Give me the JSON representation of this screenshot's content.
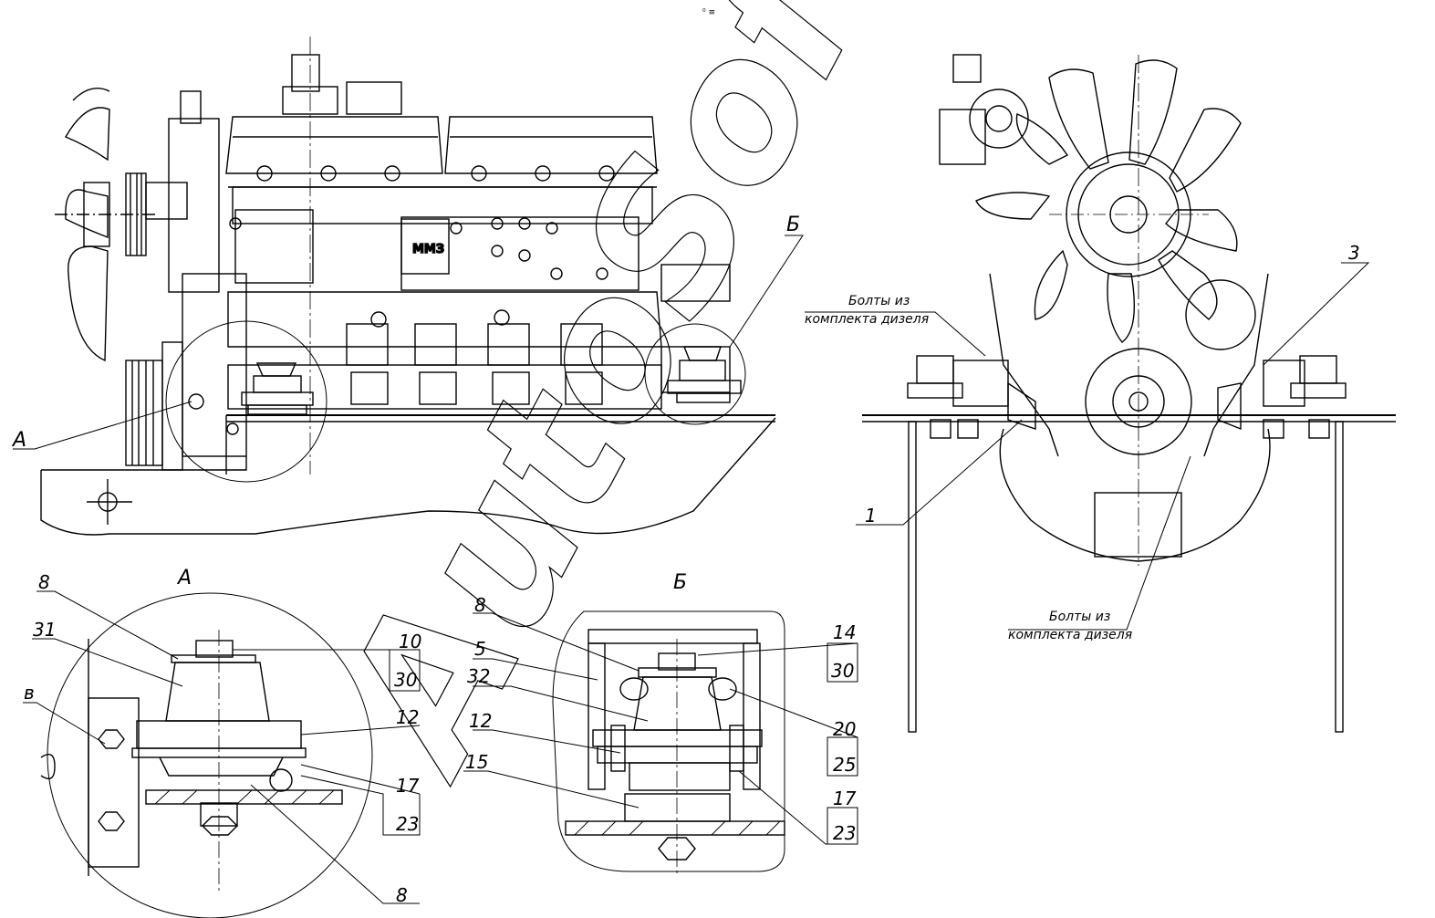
{
  "watermark": {
    "text": "AutoSoft"
  },
  "top_mark": {
    "text": "⁰ ≡"
  },
  "side_view": {
    "engine_label": "ММЗ",
    "view_a_marker": "А",
    "view_b_marker": "Б"
  },
  "front_view": {
    "callout_1": "1",
    "callout_3": "3",
    "bolts_note_top": {
      "line1": "Болты из",
      "line2": "комплекта дизеля"
    },
    "bolts_note_bottom": {
      "line1": "Болты из",
      "line2": "комплекта дизеля"
    }
  },
  "detail_a": {
    "title": "А",
    "callouts": {
      "c8_top": "8",
      "c31": "31",
      "cv": "в",
      "c10": "10",
      "c30": "30",
      "c12": "12",
      "c17": "17",
      "c23": "23",
      "c8_bottom": "8"
    }
  },
  "detail_b": {
    "title": "Б",
    "callouts": {
      "c8": "8",
      "c5": "5",
      "c32": "32",
      "c12": "12",
      "c15": "15",
      "c14": "14",
      "c30": "30",
      "c20": "20",
      "c25": "25",
      "c17": "17",
      "c23": "23"
    }
  }
}
